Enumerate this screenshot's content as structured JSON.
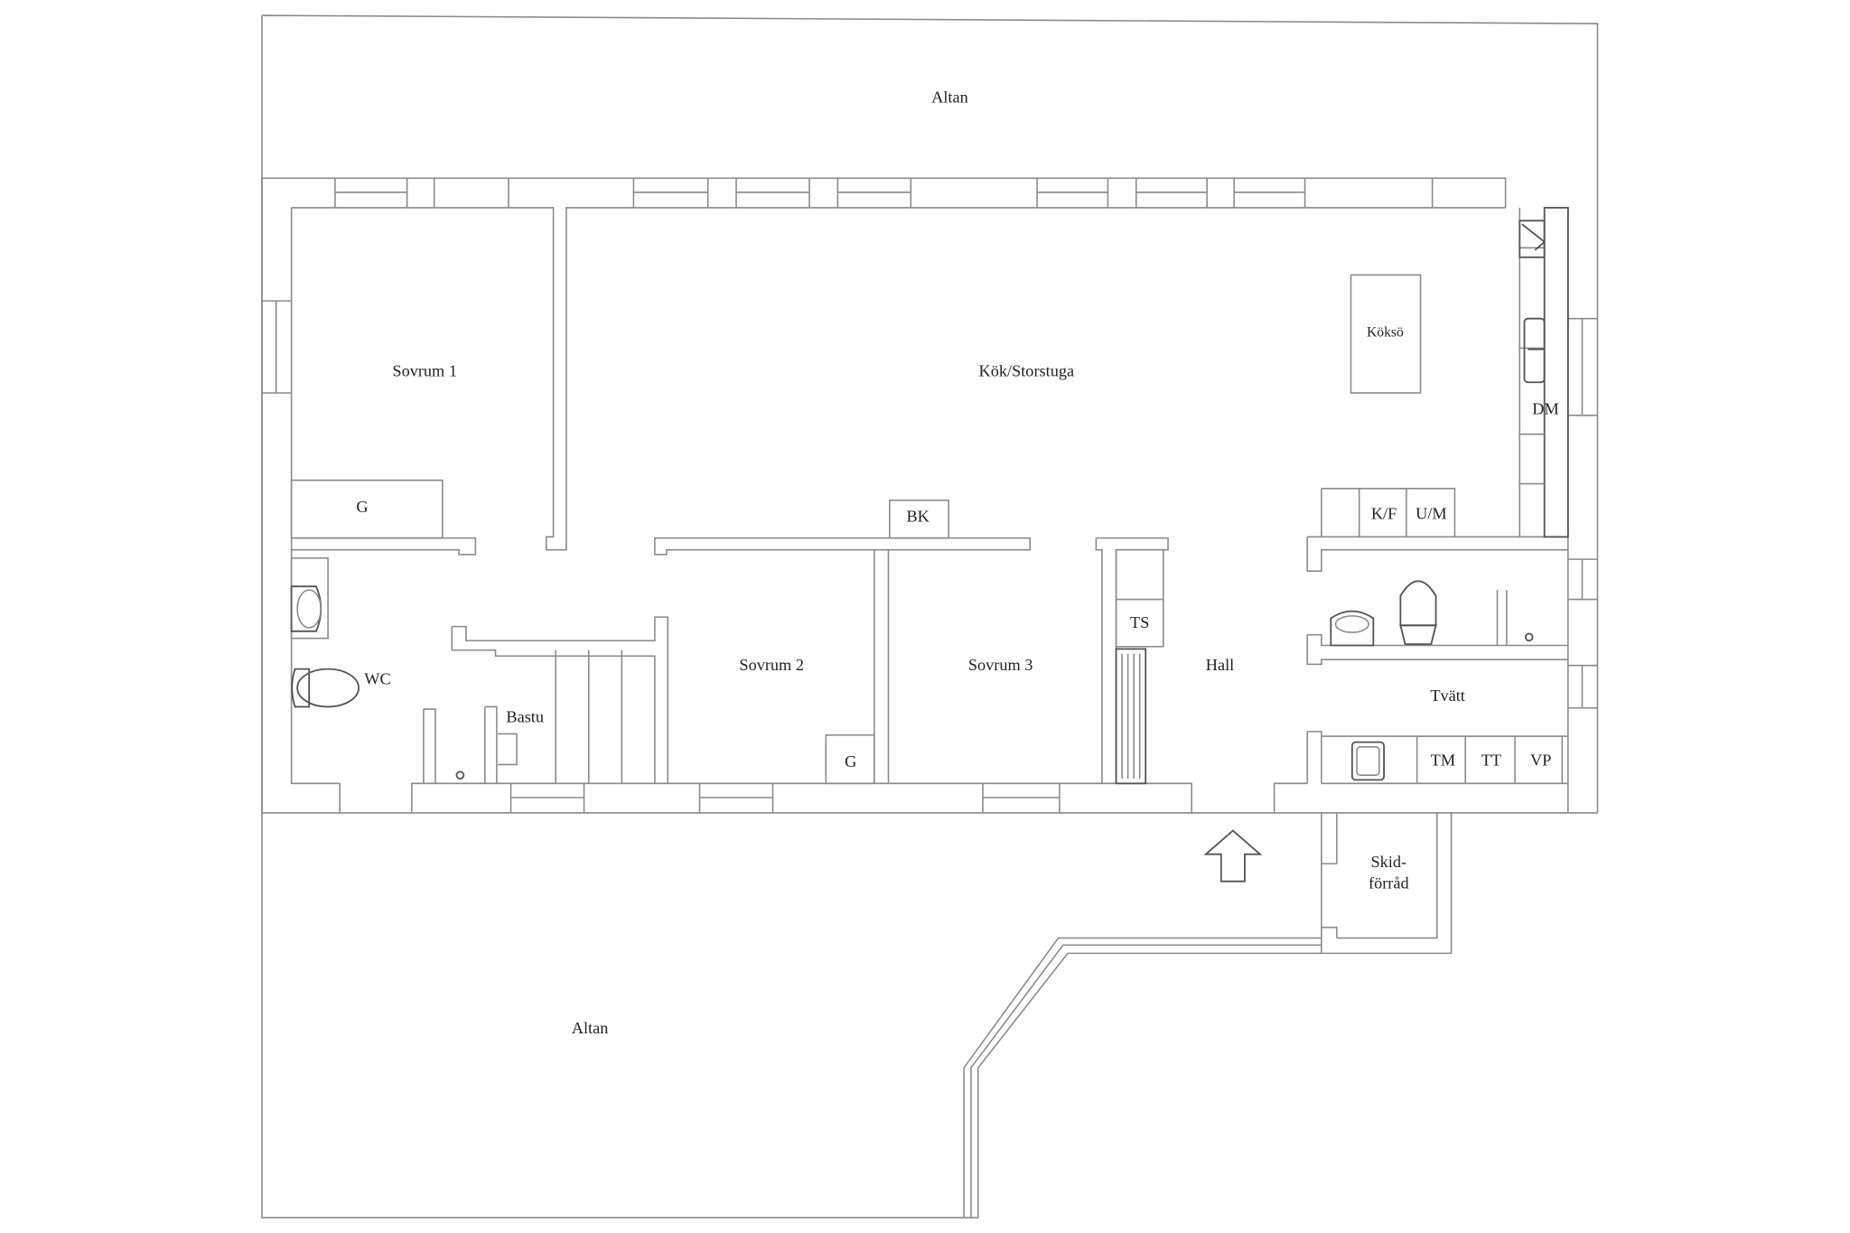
{
  "plan": {
    "rooms": {
      "altan_top": "Altan",
      "sovrum1": "Sovrum 1",
      "kok": "Kök/Storstuga",
      "kokso": "Köksö",
      "dm": "DM",
      "g1": "G",
      "bk": "BK",
      "kf": "K/F",
      "um": "U/M",
      "ts": "TS",
      "wc": "WC",
      "bastu": "Bastu",
      "sovrum2": "Sovrum 2",
      "sovrum3": "Sovrum 3",
      "hall": "Hall",
      "tvatt": "Tvätt",
      "tm": "TM",
      "tt": "TT",
      "vp": "VP",
      "g2": "G",
      "skid1": "Skid-",
      "skid2": "förråd",
      "altan_bottom": "Altan"
    },
    "colors": {
      "line": "#8a8a8a",
      "text": "#222222"
    }
  }
}
